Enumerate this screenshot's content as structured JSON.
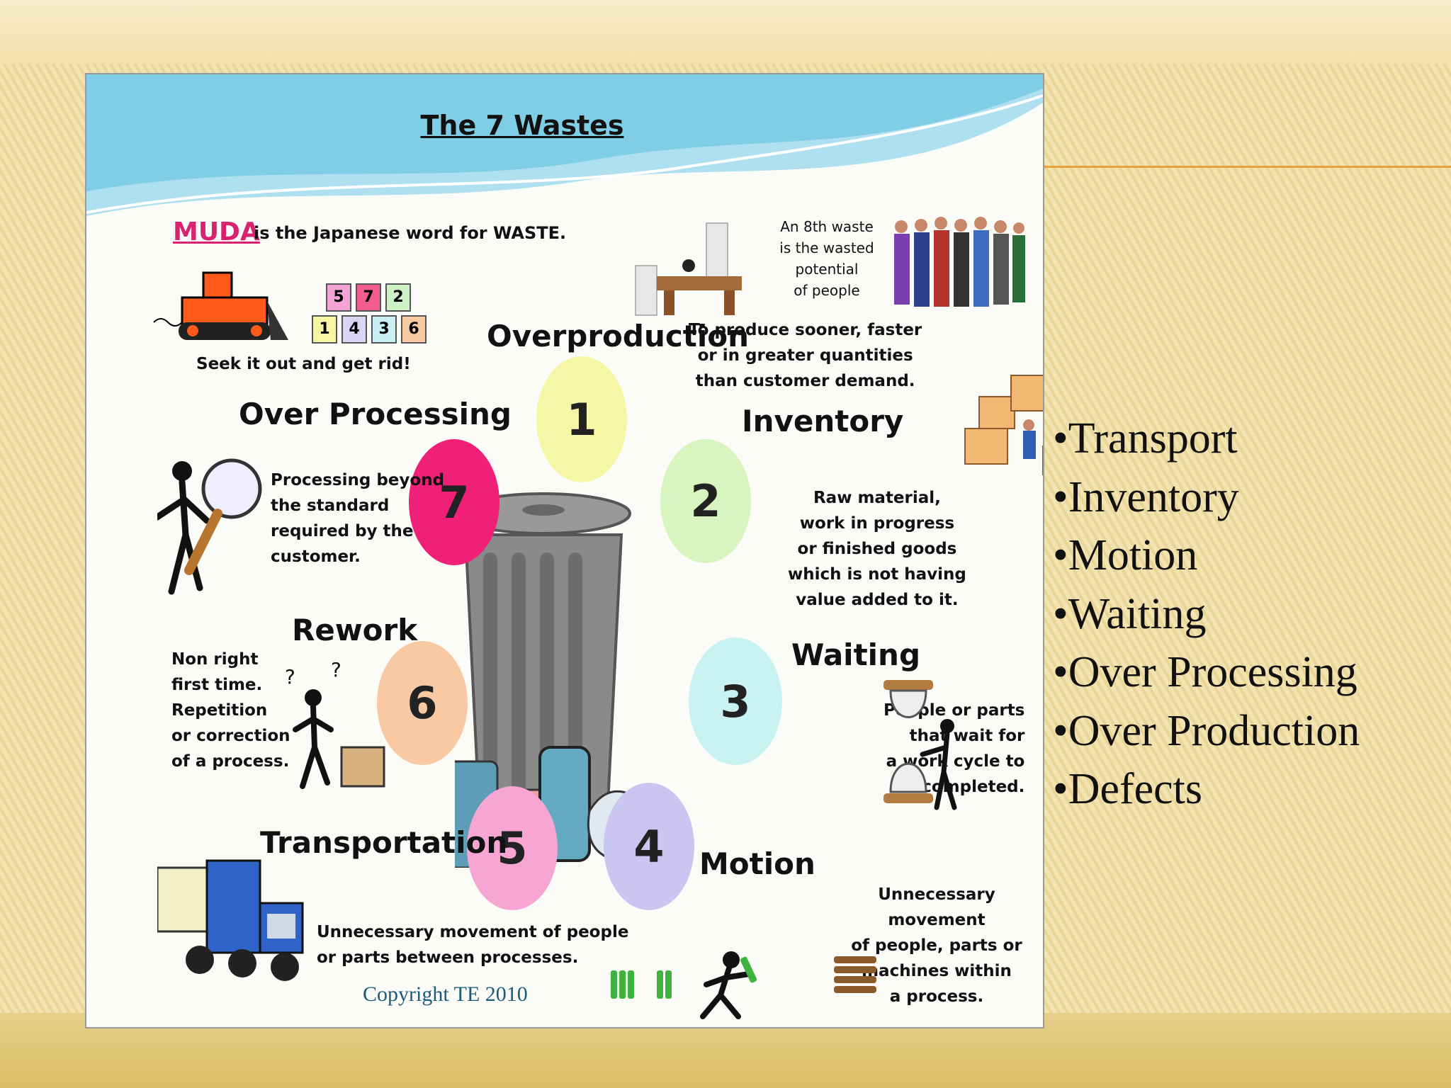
{
  "slide": {
    "bullets": [
      "•Transport",
      "•Inventory",
      "•Motion",
      "•Waiting",
      "•Over Processing",
      "•Over Production",
      "•Defects"
    ]
  },
  "infographic": {
    "title": "The 7 Wastes",
    "muda_word": "MUDA",
    "muda_text": "is the Japanese word for WASTE.",
    "seek_text": "Seek it out and get rid!",
    "blocks_top": [
      "5",
      "7",
      "2"
    ],
    "blocks_bottom": [
      "1",
      "4",
      "3",
      "6"
    ],
    "eighth_waste": [
      "An 8th waste",
      "is the wasted",
      "potential",
      "of people"
    ],
    "copyright": "Copyright TE 2010",
    "wastes": [
      {
        "number": "1",
        "label": "Overproduction",
        "desc": [
          "To produce sooner, faster",
          "or in greater quantities",
          "than customer demand."
        ]
      },
      {
        "number": "2",
        "label": "Inventory",
        "desc": [
          "Raw material,",
          "work in progress",
          "or finished goods",
          "which is not having",
          "value added to it."
        ]
      },
      {
        "number": "3",
        "label": "Waiting",
        "desc": [
          "People or parts",
          "that wait for",
          "a work cycle to",
          "be completed."
        ]
      },
      {
        "number": "4",
        "label": "Motion",
        "desc": [
          "Unnecessary movement",
          "of people, parts or",
          "machines within",
          "a process."
        ]
      },
      {
        "number": "5",
        "label": "Transportation",
        "desc": [
          "Unnecessary movement of people",
          "or parts between processes."
        ]
      },
      {
        "number": "6",
        "label": "Rework",
        "desc": [
          "Non right",
          "first time.",
          "Repetition",
          "or correction",
          "of a process."
        ]
      },
      {
        "number": "7",
        "label": "Over Processing",
        "desc": [
          "Processing beyond",
          "the standard",
          "required by the",
          "customer."
        ]
      }
    ]
  },
  "colors": {
    "circle_1": "#f6f7a6",
    "circle_2": "#d8f4bf",
    "circle_3": "#c9f3f3",
    "circle_4": "#cbc5f1",
    "circle_5": "#f7a6d4",
    "circle_6": "#f8c9a3",
    "circle_7": "#f01f78",
    "muda": "#d8246f",
    "accent_line": "#e8a13a"
  }
}
